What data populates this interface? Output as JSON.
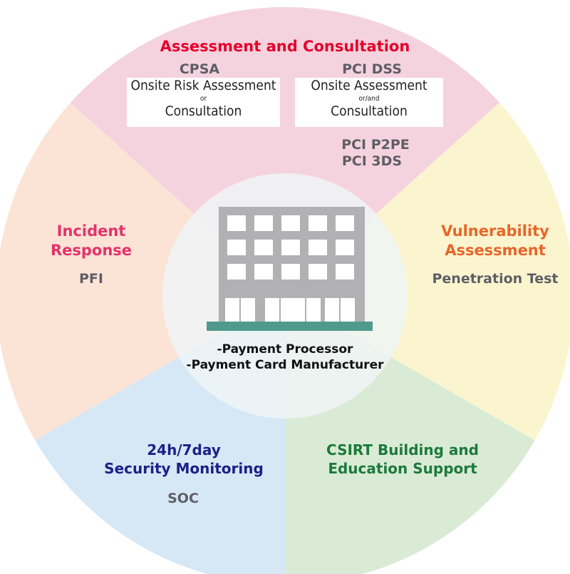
{
  "colors": {
    "assessment": "#f5d3de",
    "vulnerability": "#fbf5cf",
    "csirt": "#d9ebd5",
    "soc": "#d6e8f5",
    "incident": "#fbe3d6",
    "center": "#eef5f6",
    "title_assessment": "#e4002b",
    "title_vulnerability": "#e8652a",
    "title_incident": "#e2336b",
    "title_soc": "#1d2088",
    "title_csirt": "#1c7a3a",
    "subtext": "#5e5e66",
    "building": "#b1b1b3",
    "building_base": "#4f9a8c"
  },
  "assessment": {
    "title": "Assessment and Consultation",
    "cpsa": {
      "heading": "CPSA",
      "box_line1": "Onsite Risk Assessment",
      "box_connector": "or",
      "box_line2": "Consultation"
    },
    "pci_dss": {
      "heading": "PCI DSS",
      "box_line1": "Onsite Assessment",
      "box_connector": "or/and",
      "box_line2": "Consultation"
    },
    "extra_standards": [
      "PCI P2PE",
      "PCI 3DS"
    ]
  },
  "vulnerability": {
    "title_line1": "Vulnerability",
    "title_line2": "Assessment",
    "service": "Penetration Test"
  },
  "incident": {
    "title_line1": "Incident",
    "title_line2": "Response",
    "service": "PFI"
  },
  "soc": {
    "title_line1": "24h/7day",
    "title_line2": "Security Monitoring",
    "service": "SOC"
  },
  "csirt": {
    "title_line1": "CSIRT Building and",
    "title_line2": "Education Support"
  },
  "center": {
    "icon": "office-building-icon",
    "clients": [
      "-Payment Processor",
      "-Payment Card Manufacturer"
    ]
  }
}
